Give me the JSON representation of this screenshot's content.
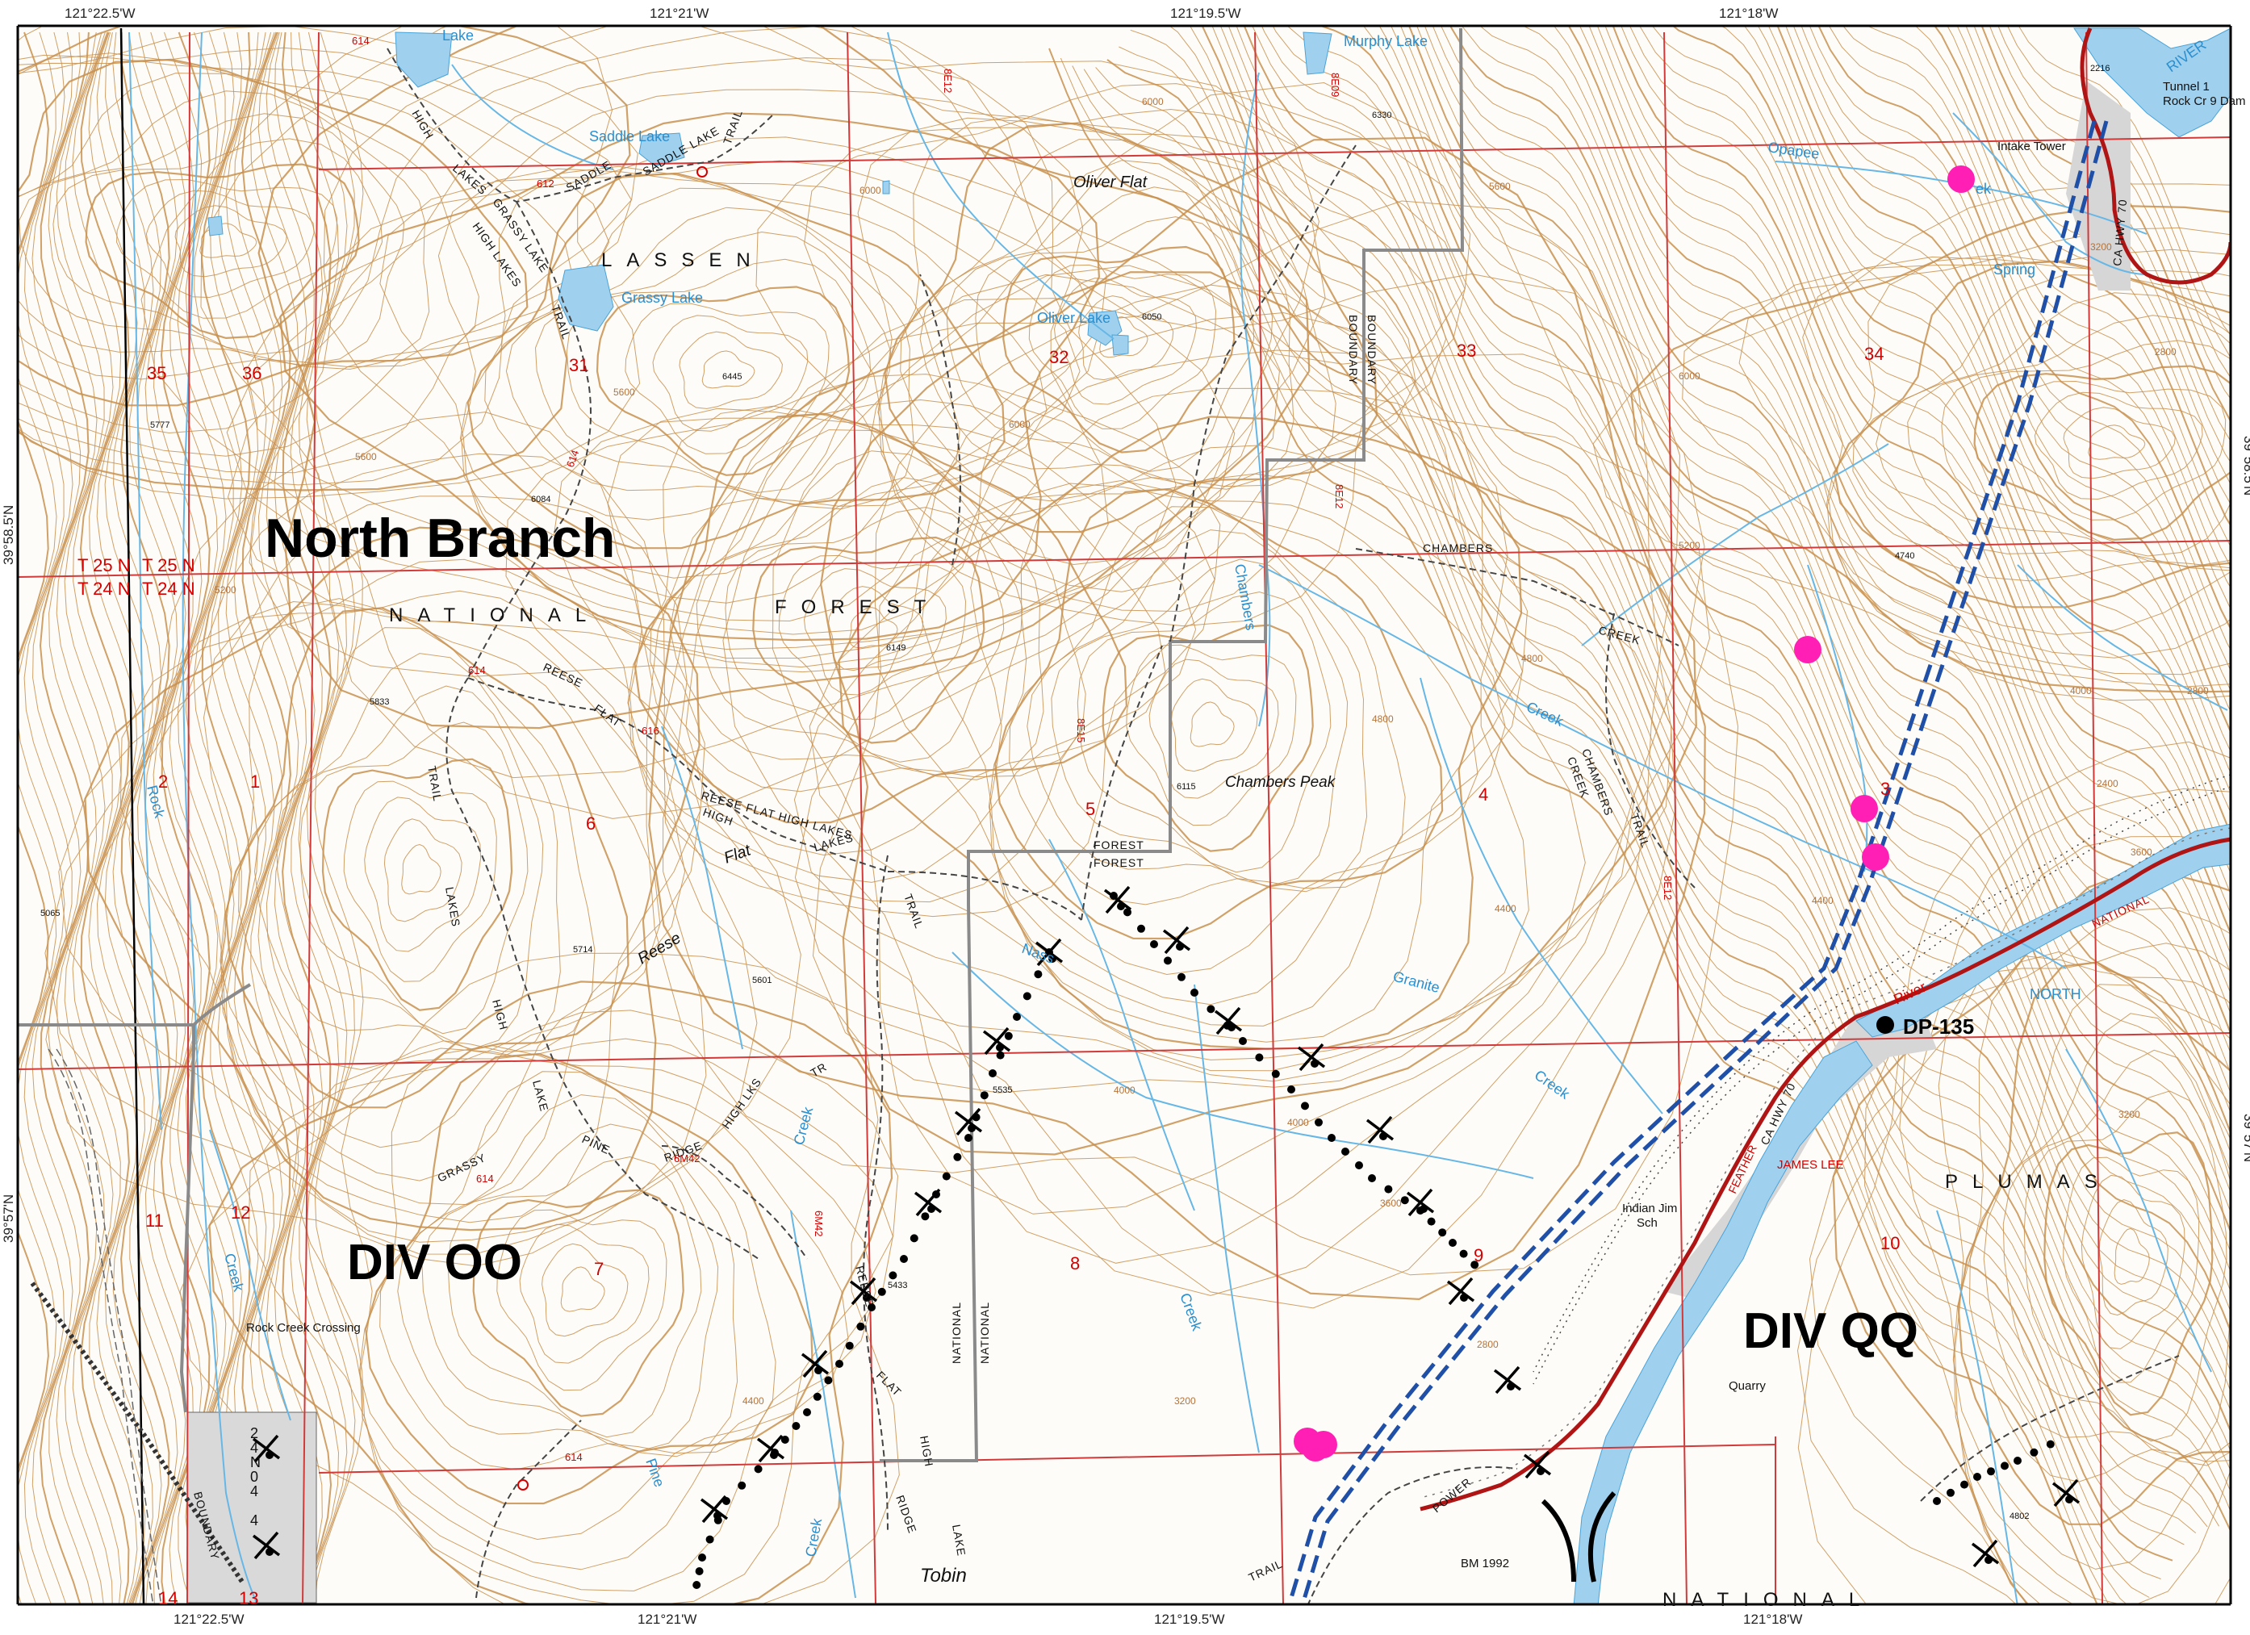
{
  "coordinates": {
    "top": [
      "121°22.5'W",
      "121°21'W",
      "121°19.5'W",
      "121°18'W"
    ],
    "bottom": [
      "121°22.5'W",
      "121°21'W",
      "121°19.5'W",
      "121°18'W"
    ],
    "right": [
      "39°58.5'N",
      "39°57'N"
    ],
    "left": [
      "39°58.5'N",
      "39°57'N"
    ]
  },
  "areas": {
    "north_branch": "North Branch",
    "national": "NATIONAL",
    "forest": "FOREST",
    "lassen": "LASSEN",
    "plumas": "PLUMAS",
    "national_bottom": "NATIONAL",
    "div_oo": "DIV OO",
    "div_qq": "DIV QQ"
  },
  "sections": [
    "35",
    "36",
    "31",
    "32",
    "33",
    "34",
    "2",
    "1",
    "6",
    "5",
    "4",
    "3",
    "11",
    "12",
    "7",
    "8",
    "9",
    "10",
    "14",
    "13"
  ],
  "township": {
    "t25n_a": "T 25 N",
    "t25n_b": "T 25 N",
    "t24n_a": "T 24 N",
    "t24n_b": "T 24 N"
  },
  "water": {
    "murphy_lake": "Murphy Lake",
    "saddle_lake": "Saddle Lake",
    "grassy_lake": "Grassy Lake",
    "oliver_lake": "Oliver Lake",
    "lake_top": "Lake",
    "opapee": "Opapee",
    "chambers_vert": "Chambers",
    "creek_a": "Creek",
    "creek_b": "Creek",
    "creek_c": "Creek",
    "creek_d": "Creek",
    "rock": "Rock",
    "granite": "Granite",
    "nass": "Nass",
    "pine": "Pine",
    "spring": "Spring",
    "river_top": "RIVER",
    "river_mid": "River",
    "north": "NORTH",
    "creek_e": "Creek",
    "creek_f": "Creek",
    "ek": "ek"
  },
  "places": {
    "oliver_flat": "Oliver Flat",
    "chambers_peak": "Chambers Peak",
    "reese": "Reese",
    "flat": "Flat",
    "rock_creek_crossing": "Rock Creek Crossing",
    "intake_tower": "Intake Tower",
    "tunnel": "Tunnel 1",
    "rock_cr_dam": "Rock Cr 9 Dam",
    "quarry": "Quarry",
    "indian_jim": "Indian Jim",
    "sch": "Sch",
    "james_lee": "JAMES LEE",
    "feather": "FEATHER",
    "bm": "BM 1992",
    "tobin": "Tobin",
    "dp135": "DP-135"
  },
  "trails": {
    "high": "HIGH",
    "lakes": "LAKES",
    "saddle": "SADDLE",
    "saddle_lake": "SADDLE LAKE",
    "trail": "TRAIL",
    "grassy_lake": "GRASSY LAKE",
    "high_lakes": "HIGH LAKES",
    "reese": "REESE",
    "flat": "FLAT",
    "reese_flat": "REESE FLAT HIGH LAKES",
    "high2": "HIGH",
    "lakes2": "LAKES",
    "trail2": "TRAIL",
    "lakes3": "LAKES",
    "high3": "HIGH",
    "grassy": "GRASSY",
    "lake": "LAKE",
    "pine": "PINE",
    "ridge": "RIDGE",
    "high_lks": "HIGH LKS",
    "tr": "TR",
    "boundary1": "BOUNDARY",
    "boundary2": "BOUNDARY",
    "chambers": "CHAMBERS",
    "creek": "CREEK",
    "chambers2": "CHAMBERS",
    "creek2": "CREEK",
    "trail3": "TRAIL",
    "forest1": "FOREST",
    "forest2": "FOREST",
    "reese2": "REESE",
    "flat2": "FLAT",
    "high4": "HIGH",
    "ridge2": "RIDGE",
    "national1": "NATIONAL",
    "national2": "NATIONAL",
    "lake2": "LAKE",
    "boundary3": "BOUNDARY",
    "trail4": "TRAIL",
    "power": "POWER",
    "ca_hwy": "CA HWY 70",
    "ca_hwy2": "CA HWY 70",
    "national3": "NATIONAL"
  },
  "roads": {
    "r614a": "614",
    "r612": "612",
    "r614b": "614",
    "r616": "616",
    "r614c": "614",
    "r614d": "614",
    "r614e": "614",
    "r6m42": "6M42",
    "r6m42b": "6M42",
    "r8e12": "8E12",
    "r8e12b": "8E12",
    "r8e12c": "8E12",
    "r8e15": "8E15",
    "r8e09": "8E09"
  },
  "spot_elevations": {
    "e6330": "6330",
    "e6050": "6050",
    "e6445": "6445",
    "e5777": "5777",
    "e6084": "6084",
    "e6149": "6149",
    "e5833": "5833",
    "e6115": "6115",
    "e5714": "5714",
    "e5601": "5601",
    "e5535": "5535",
    "e5433": "5433",
    "e5065": "5065",
    "e4740": "4740",
    "e4802": "4802",
    "e2216": "2216"
  },
  "contour_labels": [
    "6000",
    "6000",
    "5600",
    "6000",
    "5600",
    "5200",
    "4800",
    "4400",
    "4000",
    "3600",
    "3200",
    "2800",
    "2400",
    "6000",
    "5600",
    "5200",
    "4800",
    "4400",
    "4000",
    "3600",
    "3200",
    "2800",
    "4400",
    "4000",
    "3200",
    "2800"
  ],
  "colors": {
    "contour": "#c8914f",
    "water": "#67b7e6",
    "lake": "#9fd1ef",
    "section_line": "#d23a3a",
    "boundary": "#8a8a8a",
    "trail": "#444444",
    "powerline": "#1f4fa6",
    "highway": "#b01515",
    "marker_magenta": "#ff1fb4",
    "river_fill": "#9fd1ef",
    "gray_fill": "#d6d6d6"
  }
}
